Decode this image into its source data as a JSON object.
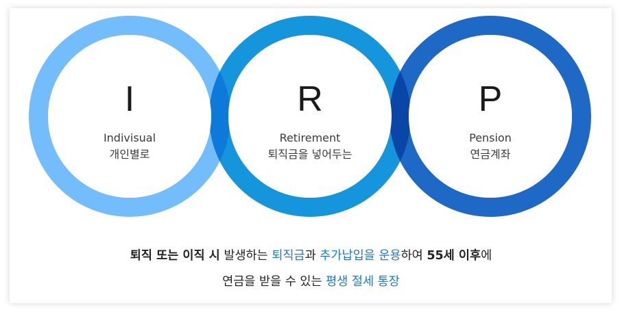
{
  "colors": {
    "circle_i": "#74bdfc",
    "circle_r": "#1596dc",
    "circle_p": "#1e68c6",
    "overlap_ir": "#0d79d8",
    "overlap_rp": "#0a46a8",
    "highlight": "#1b79d6"
  },
  "circles": [
    {
      "letter": "I",
      "en": "Indivisual",
      "ko": "개인별로"
    },
    {
      "letter": "R",
      "en": "Retirement",
      "ko": "퇴직금을 넣어두는"
    },
    {
      "letter": "P",
      "en": "Pension",
      "ko": "연금계좌"
    }
  ],
  "caption": {
    "line1": [
      {
        "text": "퇴직 또는 이직 시",
        "style": "b"
      },
      {
        "text": " 발생하는 ",
        "style": ""
      },
      {
        "text": "퇴직금",
        "style": "hl"
      },
      {
        "text": "과 ",
        "style": ""
      },
      {
        "text": "추가납입을 운용",
        "style": "hl"
      },
      {
        "text": "하여 ",
        "style": ""
      },
      {
        "text": "55세 이후",
        "style": "b"
      },
      {
        "text": "에",
        "style": ""
      }
    ],
    "line2": [
      {
        "text": "연금을 받을 수 있는 ",
        "style": ""
      },
      {
        "text": "평생 절세 통장",
        "style": "hl"
      }
    ]
  }
}
